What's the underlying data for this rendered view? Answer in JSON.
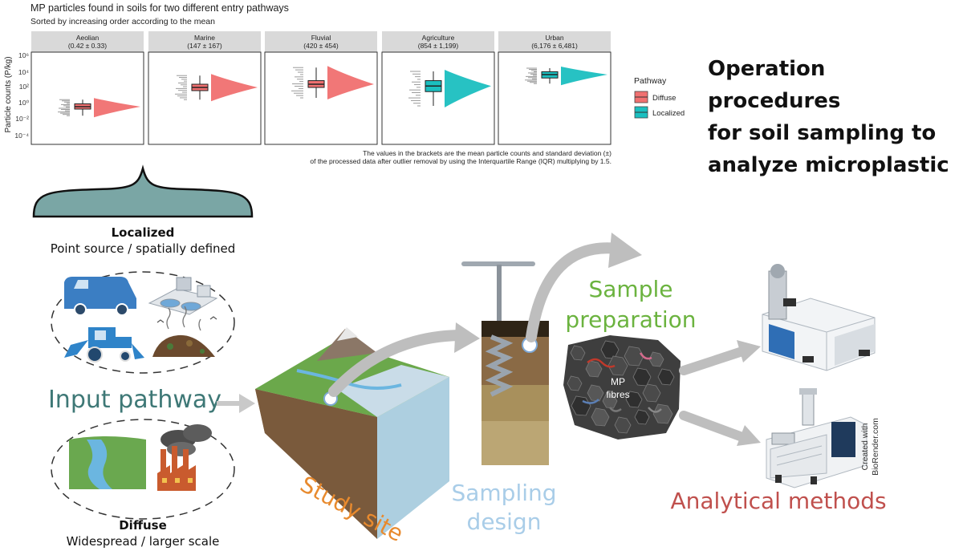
{
  "chart_data": {
    "type": "boxplot",
    "title": "MP particles found in soils for two different entry pathways",
    "subtitle": "Sorted by increasing order according to the mean",
    "ylabel": "Particle counts (P/kg)",
    "y_scale": "log10",
    "ylim": [
      1e-05,
      1000000
    ],
    "y_ticks": [
      "10⁶",
      "10⁴",
      "10²",
      "10⁰",
      "10⁻²",
      "10⁻⁴"
    ],
    "legend": {
      "title": "Pathway",
      "placement": "right",
      "entries": [
        {
          "name": "Diffuse",
          "color": "#F07070"
        },
        {
          "name": "Localized",
          "color": "#1BBFC0"
        }
      ]
    },
    "panels": [
      {
        "name": "Aeolian",
        "stat": "(0.42 ± 0.33)",
        "pathway": "Diffuse",
        "q1": 0.2,
        "median": 0.4,
        "q3": 0.9,
        "whisker_low": 0.03,
        "whisker_high": 3
      },
      {
        "name": "Marine",
        "stat": "(147 ± 167)",
        "pathway": "Diffuse",
        "q1": 40,
        "median": 100,
        "q3": 250,
        "whisker_low": 3,
        "whisker_high": 3000
      },
      {
        "name": "Fluvial",
        "stat": "(420 ± 454)",
        "pathway": "Diffuse",
        "q1": 100,
        "median": 250,
        "q3": 700,
        "whisker_low": 5,
        "whisker_high": 30000
      },
      {
        "name": "Agriculture",
        "stat": "(854 ± 1,199)",
        "pathway": "Localized",
        "q1": 30,
        "median": 150,
        "q3": 700,
        "whisker_low": 0.5,
        "whisker_high": 10000
      },
      {
        "name": "Urban",
        "stat": "(6,176 ± 6,481)",
        "pathway": "Localized",
        "q1": 1500,
        "median": 4000,
        "q3": 9000,
        "whisker_low": 300,
        "whisker_high": 25000
      }
    ],
    "footnote_lines": [
      "The values in the brackets are the mean particle counts and standard deviation (±)",
      "of the processed data after outlier removal by using the Interquartile Range (IQR) multiplying by 1.5."
    ]
  },
  "headline": [
    "Operation procedures",
    "for soil sampling to",
    "analyze microplastic"
  ],
  "localized": {
    "title": "Localized",
    "subtitle": "Point source / spatially defined"
  },
  "diffuse": {
    "title": "Diffuse",
    "subtitle": "Widespread / larger scale"
  },
  "input_pathway": "Input pathway",
  "study_site": "Study site",
  "sampling_design": [
    "Sampling",
    "design"
  ],
  "sample_preparation": [
    "Sample",
    "preparation"
  ],
  "mp_fibres": [
    "MP",
    "fibres"
  ],
  "analytical_methods": "Analytical methods",
  "credit": [
    "Created with",
    "BioRender.com"
  ],
  "colors": {
    "teal": "#3E7876",
    "orange": "#E88A2E",
    "light_blue": "#A9CDE8",
    "green": "#6BB33F",
    "red": "#C0504D"
  }
}
